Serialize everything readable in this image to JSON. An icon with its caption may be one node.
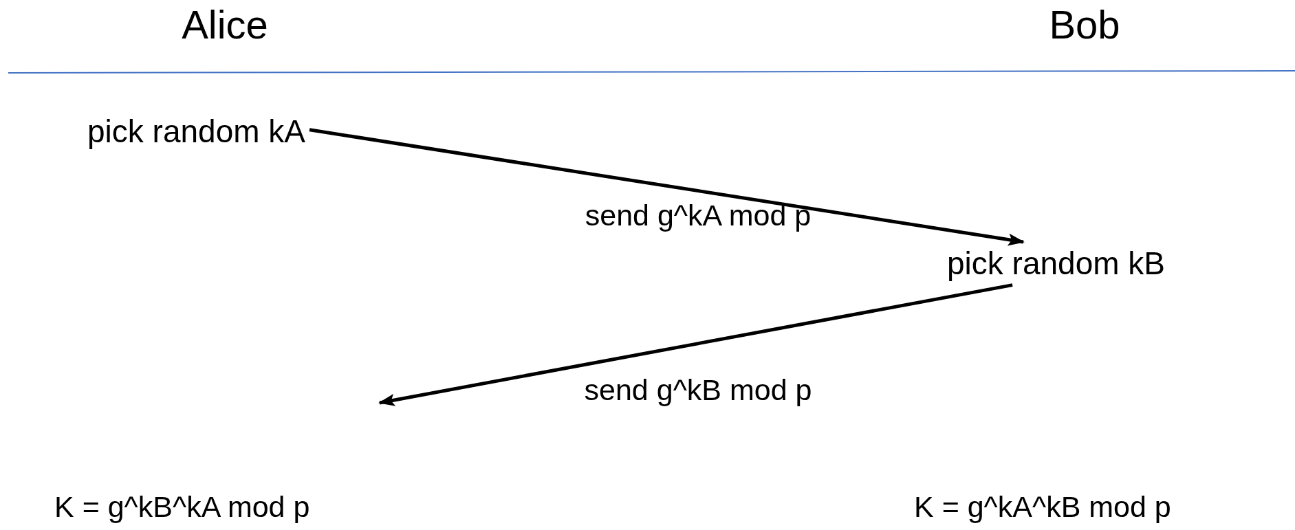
{
  "diagram": {
    "nodes": [
      {
        "text": [
          "pick random kA"
        ]
      },
      {
        "text": [
          "pick random kB"
        ]
      }
    ],
    "edges": [
      {
        "from": 0,
        "to": 1,
        "arrow": "to",
        "label": "send g^kA mod p"
      },
      {
        "from": 1,
        "to": null,
        "arrow": "to",
        "label": "send g^kB mod p"
      }
    ],
    "labels": [
      "Alice",
      "Bob",
      "K = g^kB^kA mod p",
      "K = g^kA^kB mod p"
    ]
  }
}
